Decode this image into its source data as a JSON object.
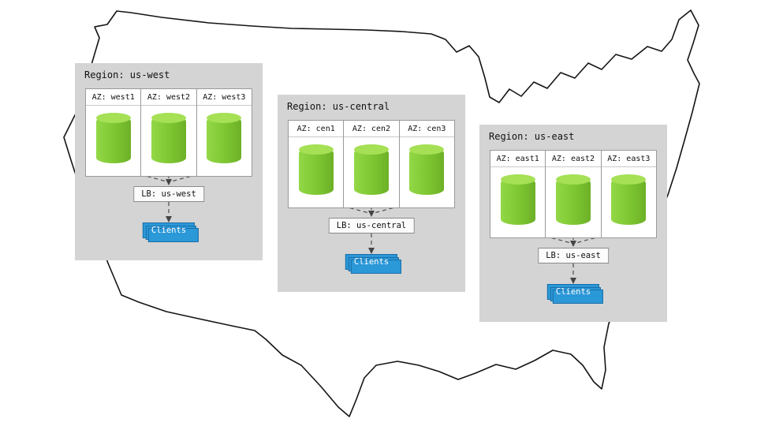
{
  "map": {
    "name": "united-states-outline",
    "outline_color": "#141414"
  },
  "colors": {
    "region_bg": "#d4d4d4",
    "az_panel_bg": "#ffffff",
    "cylinder_green": "#7dc631",
    "cylinder_top_green": "#a5e055",
    "clients_blue": "#2b98d8",
    "clients_border": "#1a6ea6",
    "connector_gray": "#4d4d4d"
  },
  "regions": [
    {
      "title": "Region: us-west",
      "azs": [
        "AZ: west1",
        "AZ: west2",
        "AZ: west3"
      ],
      "lb": "LB: us-west",
      "clients": "Clients"
    },
    {
      "title": "Region: us-central",
      "azs": [
        "AZ: cen1",
        "AZ: cen2",
        "AZ: cen3"
      ],
      "lb": "LB: us-central",
      "clients": "Clients"
    },
    {
      "title": "Region: us-east",
      "azs": [
        "AZ: east1",
        "AZ: east2",
        "AZ: east3"
      ],
      "lb": "LB: us-east",
      "clients": "Clients"
    }
  ]
}
